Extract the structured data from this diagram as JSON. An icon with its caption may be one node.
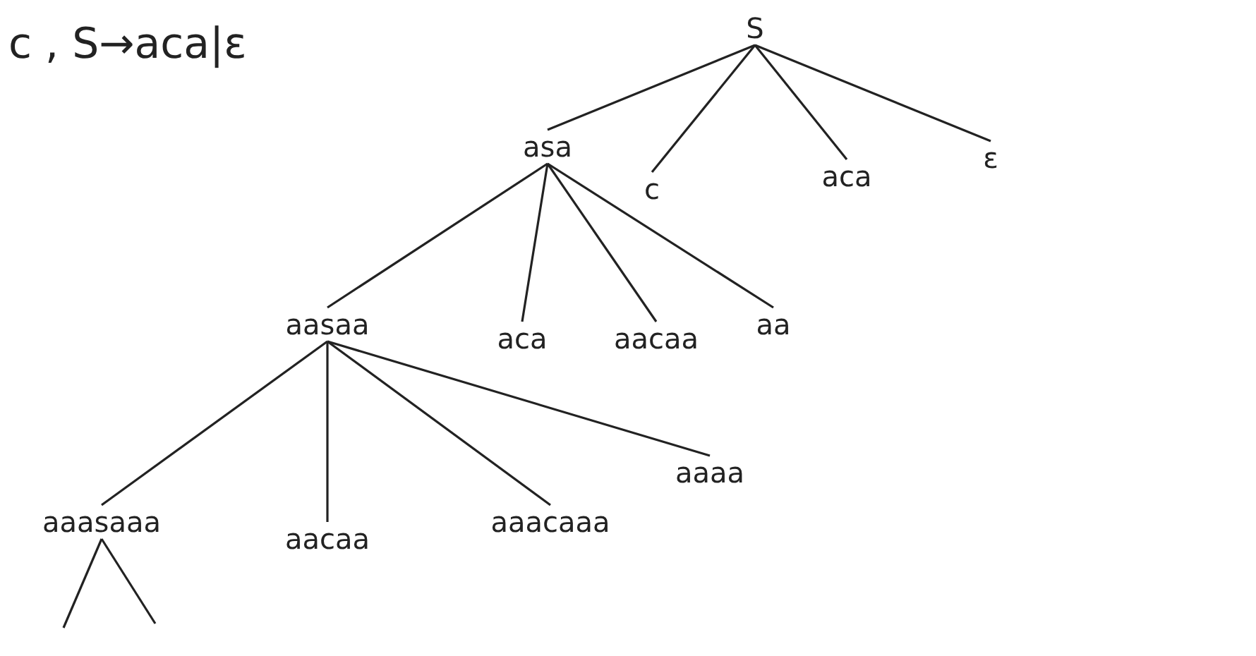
{
  "diagram": {
    "nodes": [
      {
        "text": [
          "S"
        ]
      },
      {
        "text": [
          "asa"
        ]
      },
      {
        "text": [
          "c"
        ]
      },
      {
        "text": [
          "aca"
        ]
      },
      {
        "text": [
          "ε"
        ]
      },
      {
        "text": [
          "aasaa"
        ]
      },
      {
        "text": [
          "aca"
        ]
      },
      {
        "text": [
          "aacaa"
        ]
      },
      {
        "text": [
          "aa"
        ]
      },
      {
        "text": [
          "aaasaaa"
        ]
      },
      {
        "text": [
          "aacaa"
        ]
      },
      {
        "text": [
          "aaacaaa"
        ]
      },
      {
        "text": [
          "aaaa"
        ]
      }
    ],
    "edges": [
      {
        "from": 0,
        "to": 1,
        "arrow": "none"
      },
      {
        "from": 0,
        "to": 2,
        "arrow": "none"
      },
      {
        "from": 0,
        "to": 3,
        "arrow": "none"
      },
      {
        "from": 0,
        "to": 4,
        "arrow": "none"
      },
      {
        "from": 1,
        "to": 5,
        "arrow": "none"
      },
      {
        "from": 1,
        "to": 6,
        "arrow": "none"
      },
      {
        "from": 1,
        "to": 7,
        "arrow": "none"
      },
      {
        "from": 1,
        "to": 8,
        "arrow": "none"
      },
      {
        "from": 5,
        "to": 9,
        "arrow": "none"
      },
      {
        "from": 5,
        "to": 10,
        "arrow": "none"
      },
      {
        "from": 5,
        "to": 11,
        "arrow": "none"
      },
      {
        "from": 5,
        "to": 12,
        "arrow": "none"
      },
      {
        "from": 9,
        "to": null,
        "arrow": "none"
      },
      {
        "from": 9,
        "to": null,
        "arrow": "none"
      }
    ],
    "labels": [
      "c , S→aca|ε"
    ]
  }
}
